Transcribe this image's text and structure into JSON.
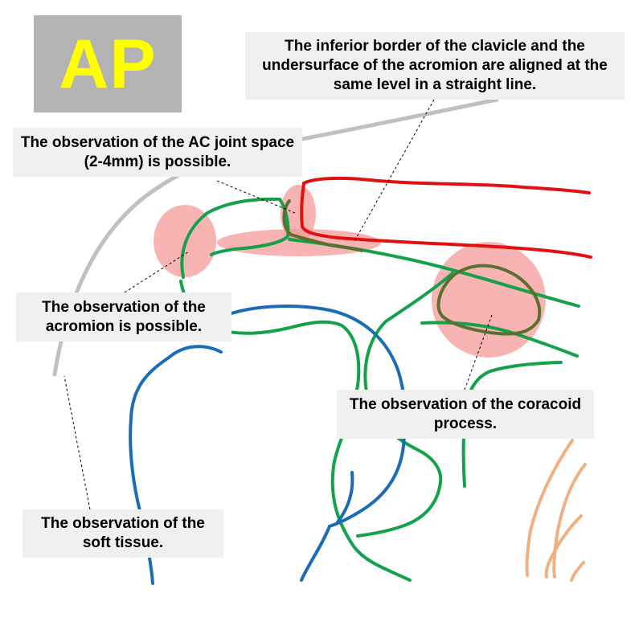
{
  "badge": {
    "text": "AP"
  },
  "labels": {
    "inferior_border": "The inferior border of the clavicle and the undersurface of the acromion are aligned at the same level in a straight line.",
    "ac_joint": "The observation of the AC joint space (2-4mm) is possible.",
    "acromion": "The observation of the acromion is possible.",
    "coracoid": "The observation of the coracoid process.",
    "soft_tissue": "The observation of the soft tissue."
  },
  "colors": {
    "badge_bg": "#b3b3b3",
    "badge_text": "#ffff00",
    "clavicle_outline": "#e31010",
    "scapula_outline": "#13a24a",
    "humerus_outline": "#1a6db5",
    "soft_tissue_outline": "#c0c0c0",
    "rib_outline": "#f0b080",
    "highlight": "#f59a9a",
    "overlap_outline": "#5a7030",
    "label_bg": "#f0f0f0"
  }
}
